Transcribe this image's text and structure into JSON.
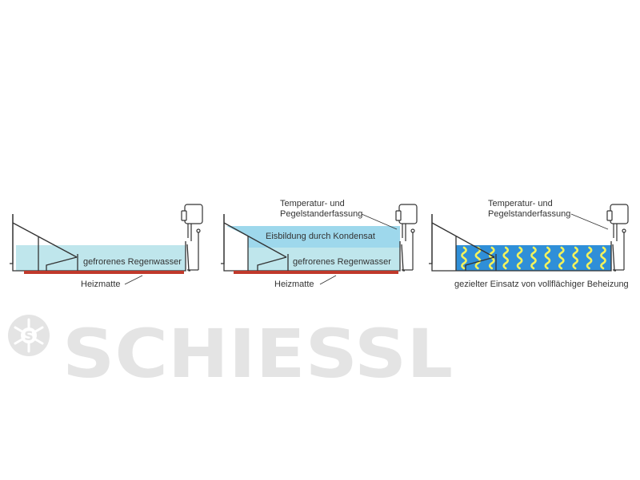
{
  "colors": {
    "outline": "#333333",
    "water_light": "#bfe6ec",
    "water_condensate": "#9ed8ec",
    "water_heated": "#2f8fd8",
    "heating_wave": "#f2f25c",
    "heating_mat": "#c0392b",
    "watermark": "#e4e4e4"
  },
  "icons": {
    "sensor": "sensor-device-icon",
    "logo": "snowflake-s-logo-icon"
  },
  "panels": [
    {
      "water_label": "gefrorenes Regenwasser",
      "mat_label": "Heizmatte"
    },
    {
      "sensor_label_line1": "Temperatur- und",
      "sensor_label_line2": "Pegelstanderfassung",
      "condensate_label": "Eisbildung durch Kondensat",
      "water_label": "gefrorenes Regenwasser",
      "mat_label": "Heizmatte"
    },
    {
      "sensor_label_line1": "Temperatur- und",
      "sensor_label_line2": "Pegelstanderfassung",
      "heating_label": "gezielter Einsatz von vollflächiger Beheizung",
      "wave_count": 11
    }
  ],
  "watermark": {
    "brand": "SCHIESSL"
  }
}
